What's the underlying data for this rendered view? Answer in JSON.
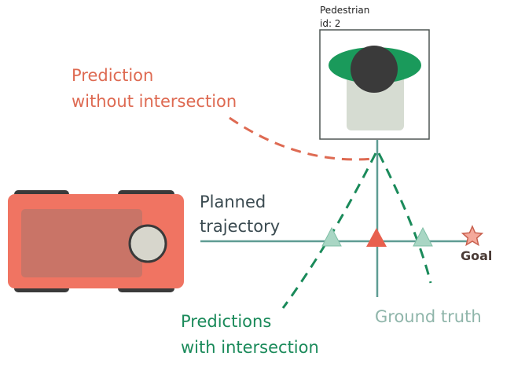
{
  "pedestrian": {
    "title": "Pedestrian",
    "id_text": "id: 2"
  },
  "labels": {
    "prediction_no_intersection_line1": "Prediction",
    "prediction_no_intersection_line2": "without intersection",
    "planned_line1": "Planned",
    "planned_line2": "trajectory",
    "goal": "Goal",
    "predictions_with_line1": "Predictions",
    "predictions_with_line2": "with intersection",
    "ground_truth": "Ground truth"
  },
  "colors": {
    "vehicle_body": "#f07462",
    "vehicle_cabin": "#c97467",
    "wheel": "#3a3a3a",
    "lidar": "#d7d6cc",
    "pedestrian_shoulders": "#1a9a5b",
    "pedestrian_head": "#3a3a3a",
    "pedestrian_body": "#d6dcd2",
    "trajectory_line": "#5e9c93",
    "prediction_with_intersection": "#1a8a5a",
    "prediction_without_intersection": "#de6a52",
    "ground_truth_text": "#8fb5aa",
    "goal_star": "#f4a99b",
    "intersection_marker": "#e8604e",
    "predicted_marker": "#a9d6c4"
  }
}
